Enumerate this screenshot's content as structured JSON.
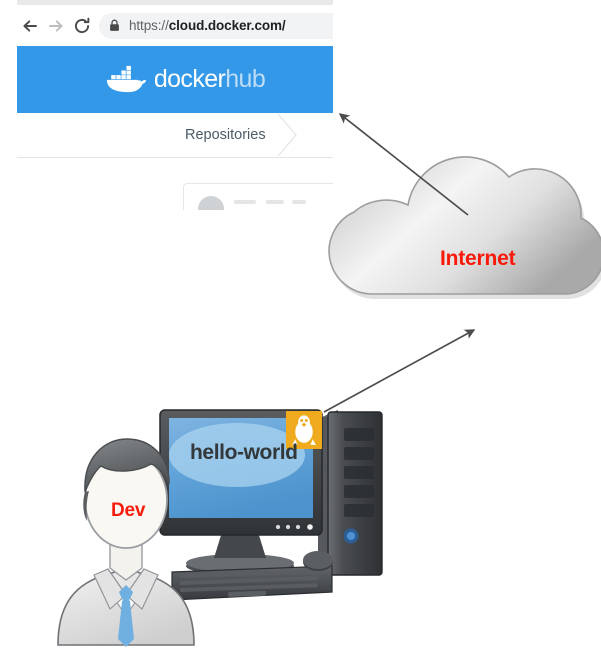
{
  "browser": {
    "nav": {
      "back_icon": "arrow-left-icon",
      "forward_icon": "arrow-right-icon",
      "reload_icon": "reload-icon"
    },
    "omnibox": {
      "lock_icon": "lock-icon",
      "url_scheme": "https://",
      "url_host": "cloud.docker.com",
      "url_path": "/",
      "url_full": "https://cloud.docker.com/"
    },
    "banner": {
      "logo_icon": "docker-whale-icon",
      "wordmark_primary": "docker",
      "wordmark_secondary": "hub"
    },
    "breadcrumb": {
      "label": "Repositories",
      "chevron_icon": "breadcrumb-chevron-icon"
    },
    "repo_card": {
      "avatar_icon": "user-avatar-icon"
    }
  },
  "diagram": {
    "cloud": {
      "label": "Internet",
      "label_color": "#fa1a0a",
      "fill_start": "#f2f2f2",
      "fill_end": "#b7b7b7"
    },
    "workstation": {
      "screen_text": "hello-world",
      "screen_text_color": "#33383b",
      "os_badge_icon": "linux-tux-icon",
      "os_badge_color": "#efab1d",
      "monitor_icon": "monitor-icon",
      "tower_icon": "computer-tower-icon",
      "keyboard_icon": "keyboard-icon",
      "mouse_icon": "mouse-icon"
    },
    "person": {
      "label": "Dev",
      "label_color": "#f71d0d",
      "avatar_icon": "developer-person-icon",
      "tie_color": "#6fb0e0"
    },
    "arrows": [
      {
        "name": "arrow-cloud-to-browser",
        "from": "internet-cloud",
        "to": "browser-window"
      },
      {
        "name": "arrow-workstation-to-cloud",
        "from": "workstation",
        "to": "internet-cloud"
      }
    ]
  },
  "colors": {
    "docker_blue": "#3498e8",
    "accent_red": "#fa1a0a",
    "arrow_gray": "#4d4d4d"
  }
}
